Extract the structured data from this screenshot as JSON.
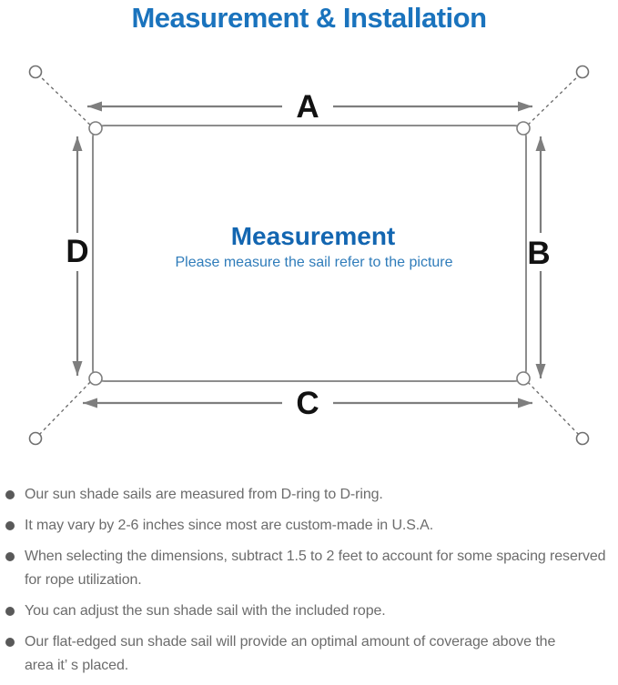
{
  "header": {
    "title": "Measurement & Installation"
  },
  "diagram": {
    "labels": {
      "top": "A",
      "right": "B",
      "bottom": "C",
      "left": "D"
    },
    "center_heading": "Measurement",
    "center_subheading": "Please measure the sail refer to the picture"
  },
  "colors": {
    "title_blue": "#1a73bd",
    "center_heading_blue": "#1366b1",
    "center_subheading_blue": "#2f7cba",
    "line_gray": "#7e7e7e",
    "note_text_gray": "#6c6c6c"
  },
  "notes": {
    "items": [
      "Our sun shade sails are measured from D-ring to D-ring.",
      "It may vary by 2-6 inches since most are custom-made in U.S.A.",
      "When selecting the dimensions, subtract 1.5 to 2 feet to account for some spacing reserved for rope utilization.",
      "You can adjust the sun shade sail with the included rope.",
      "Our flat-edged sun shade sail will provide an optimal amount of coverage above the area it’ s placed."
    ]
  }
}
